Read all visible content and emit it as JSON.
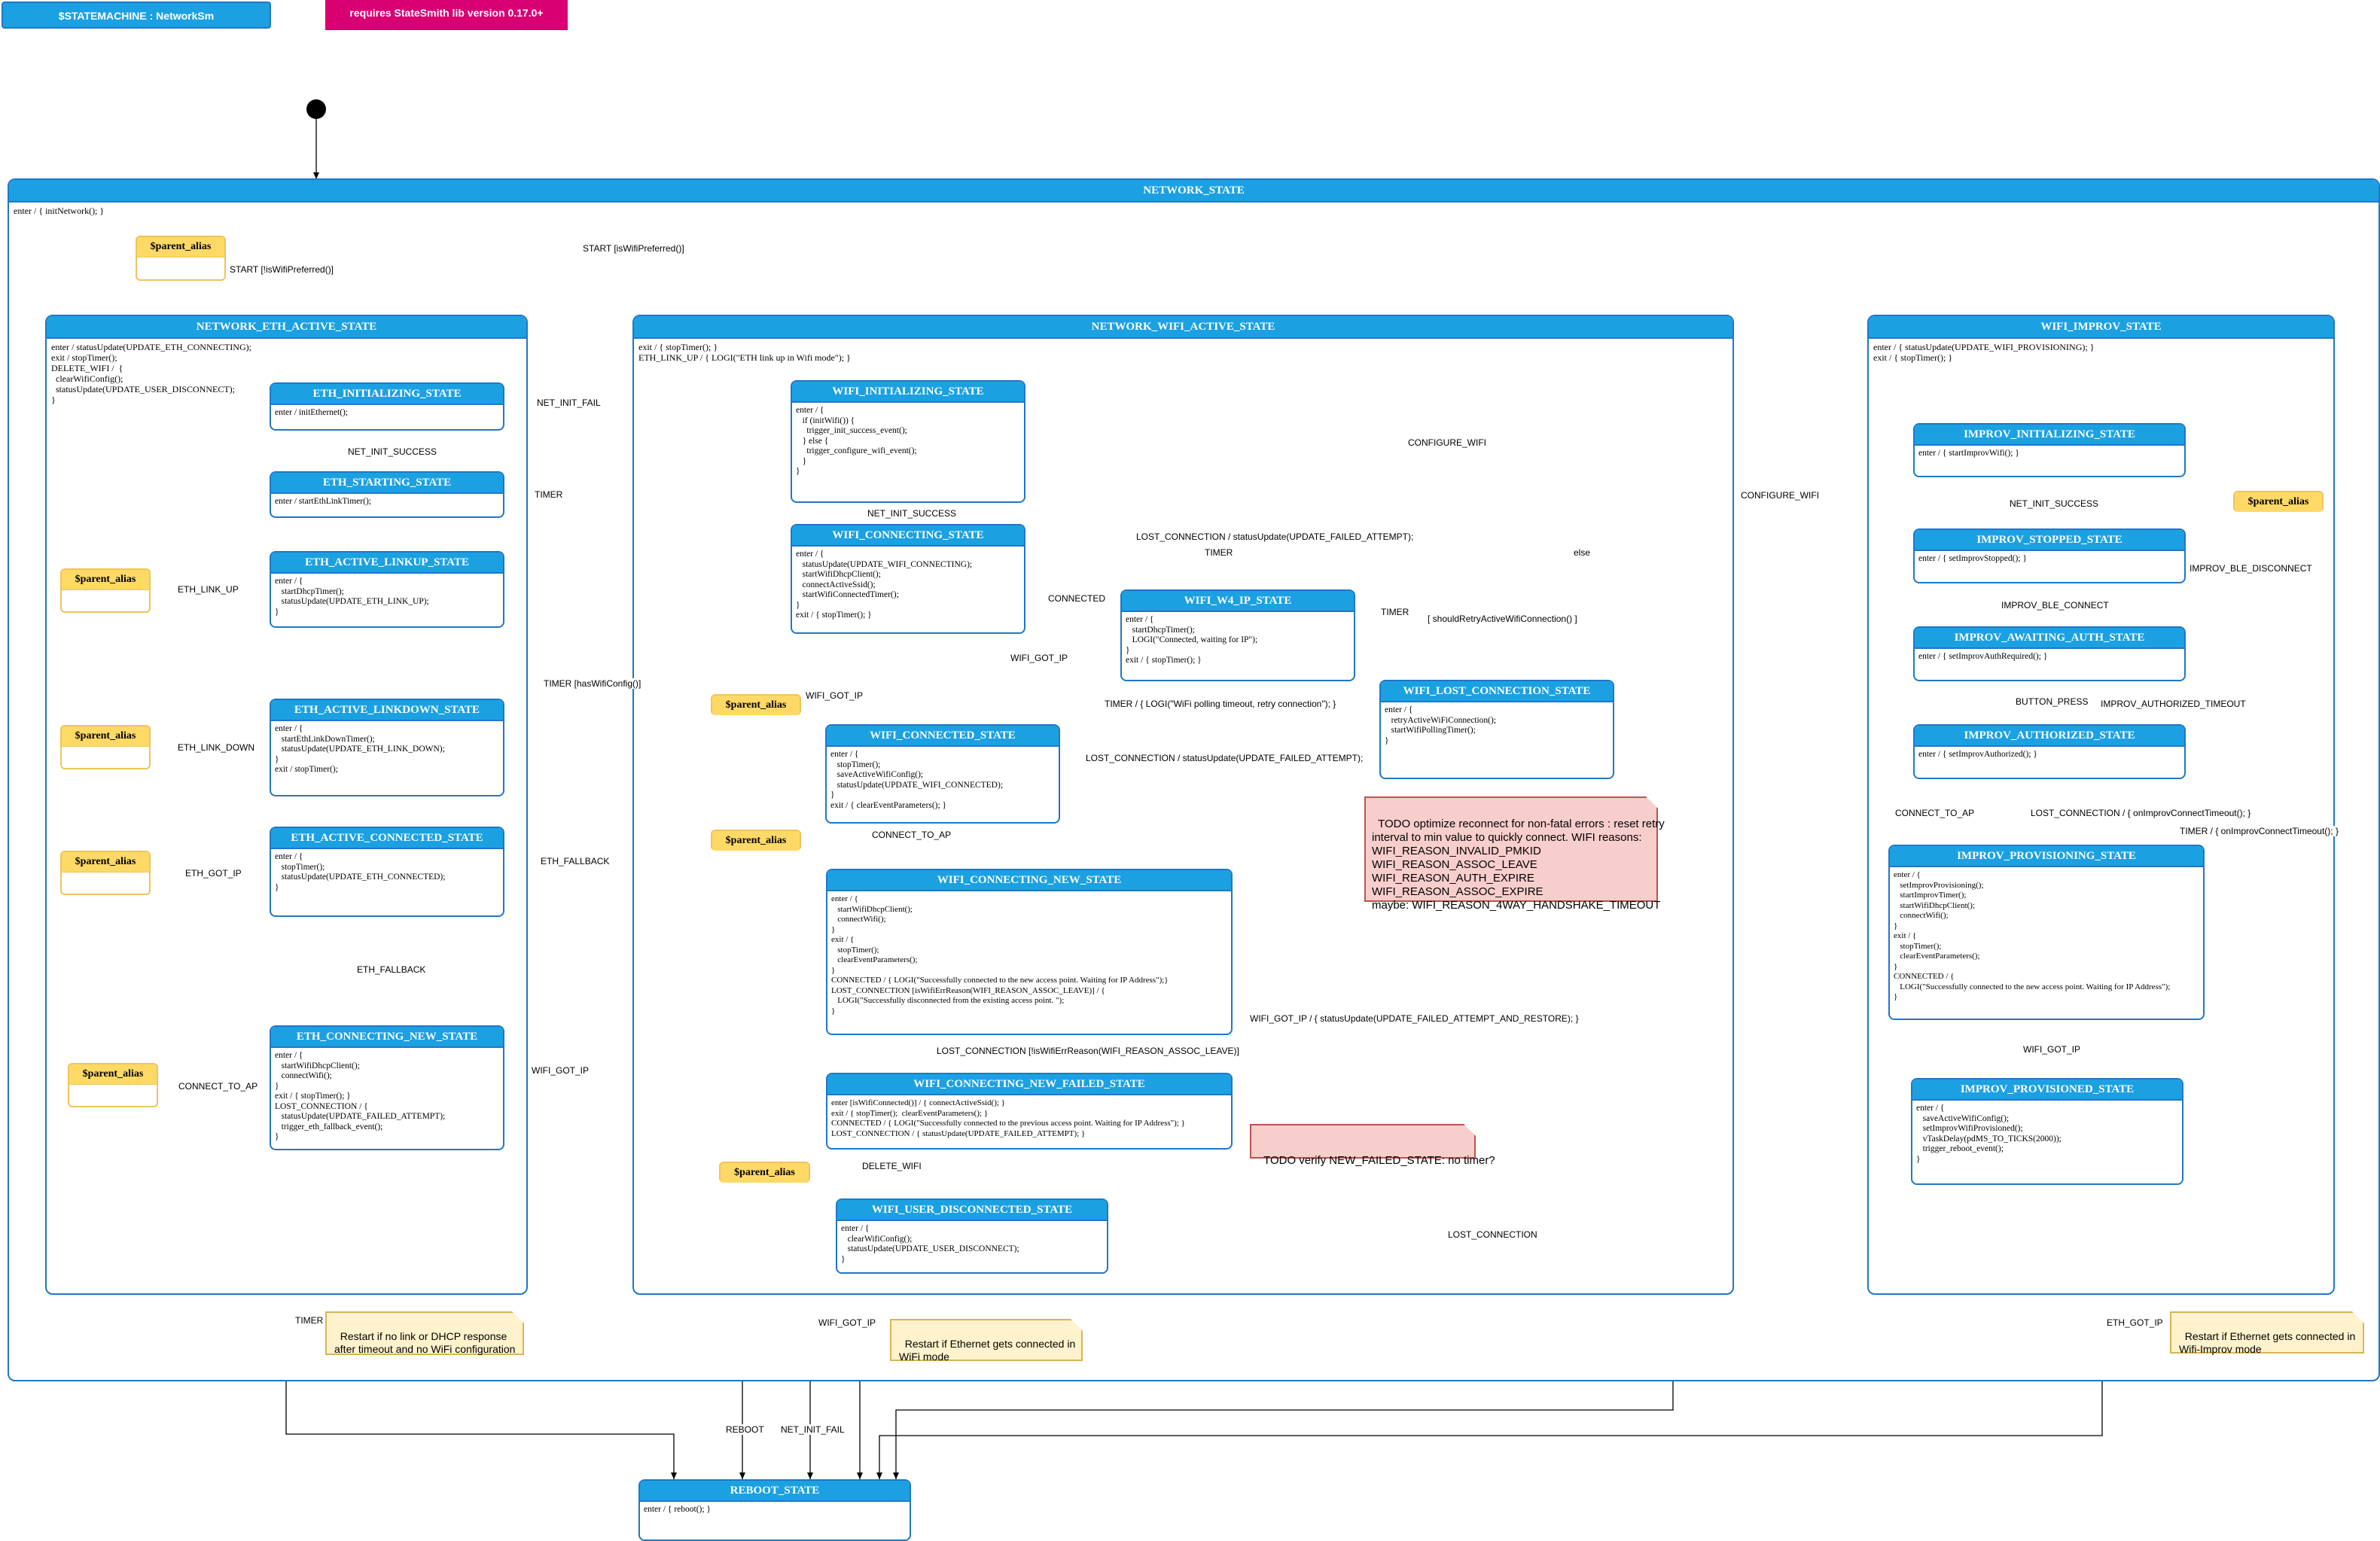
{
  "header": {
    "machine_label": "$STATEMACHINE : NetworkSm",
    "requires_label": "requires StateSmith lib version 0.17.0+"
  },
  "groups": {
    "network": {
      "title": "NETWORK_STATE",
      "body": "enter / { initNetwork(); }"
    },
    "eth_active": {
      "title": "NETWORK_ETH_ACTIVE_STATE",
      "body": "enter / statusUpdate(UPDATE_ETH_CONNECTING);\nexit / stopTimer();\nDELETE_WIFI /  {\n  clearWifiConfig();\n  statusUpdate(UPDATE_USER_DISCONNECT);\n}"
    },
    "wifi_active": {
      "title": "NETWORK_WIFI_ACTIVE_STATE",
      "body": "exit / { stopTimer(); }\nETH_LINK_UP / { LOGI(\"ETH link up in Wifi mode\"); }"
    },
    "improv": {
      "title": "WIFI_IMPROV_STATE",
      "body": "enter / { statusUpdate(UPDATE_WIFI_PROVISIONING); }\nexit / { stopTimer(); }"
    }
  },
  "states": {
    "eth_initializing": {
      "title": "ETH_INITIALIZING_STATE",
      "body": "enter / initEthernet();"
    },
    "eth_starting": {
      "title": "ETH_STARTING_STATE",
      "body": "enter / startEthLinkTimer();"
    },
    "eth_linkup": {
      "title": "ETH_ACTIVE_LINKUP_STATE",
      "body": "enter / {\n   startDhcpTimer();\n   statusUpdate(UPDATE_ETH_LINK_UP);\n}"
    },
    "eth_linkdown": {
      "title": "ETH_ACTIVE_LINKDOWN_STATE",
      "body": "enter / {\n   startEthLinkDownTimer();\n   statusUpdate(UPDATE_ETH_LINK_DOWN);\n}\nexit / stopTimer();"
    },
    "eth_connected": {
      "title": "ETH_ACTIVE_CONNECTED_STATE",
      "body": "enter / {\n   stopTimer();\n   statusUpdate(UPDATE_ETH_CONNECTED);\n}"
    },
    "eth_connecting_new": {
      "title": "ETH_CONNECTING_NEW_STATE",
      "body": "enter / {\n   startWifiDhcpClient();\n   connectWifi();\n}\nexit / { stopTimer(); }\nLOST_CONNECTION / {\n   statusUpdate(UPDATE_FAILED_ATTEMPT);\n   trigger_eth_fallback_event();\n}"
    },
    "wifi_initializing": {
      "title": "WIFI_INITIALIZING_STATE",
      "body": "enter / {\n   if (initWifi()) {\n     trigger_init_success_event();\n   } else {\n     trigger_configure_wifi_event();\n   }\n}"
    },
    "wifi_connecting": {
      "title": "WIFI_CONNECTING_STATE",
      "body": "enter / {\n   statusUpdate(UPDATE_WIFI_CONNECTING);\n   startWifiDhcpClient();\n   connectActiveSsid();\n   startWifiConnectedTimer();\n}\nexit / { stopTimer(); }"
    },
    "wifi_w4_ip": {
      "title": "WIFI_W4_IP_STATE",
      "body": "enter / {\n   startDhcpTimer();\n   LOGI(\"Connected, waiting for IP\");\n}\nexit / { stopTimer(); }"
    },
    "wifi_lost_connection": {
      "title": "WIFI_LOST_CONNECTION_STATE",
      "body": "enter / {\n   retryActiveWiFiConnection();\n   startWifiPollingTimer();\n}"
    },
    "wifi_connected": {
      "title": "WIFI_CONNECTED_STATE",
      "body": "enter / {\n   stopTimer();\n   saveActiveWifiConfig();\n   statusUpdate(UPDATE_WIFI_CONNECTED);\n}\nexit / { clearEventParameters(); }"
    },
    "wifi_connecting_new": {
      "title": "WIFI_CONNECTING_NEW_STATE",
      "body": "enter / {\n   startWifiDhcpClient();\n   connectWifi();\n}\nexit / {\n   stopTimer();\n   clearEventParameters();\n}\nCONNECTED / { LOGI(\"Successfully connected to the new access point. Waiting for IP Address\");}\nLOST_CONNECTION [isWifiErrReason(WIFI_REASON_ASSOC_LEAVE)] / {\n   LOGI(\"Successfully disconnected from the existing access point. \");\n}"
    },
    "wifi_connecting_new_failed": {
      "title": "WIFI_CONNECTING_NEW_FAILED_STATE",
      "body": "enter [isWifiConnected()] / { connectActiveSsid(); }\nexit / { stopTimer();  clearEventParameters(); }\nCONNECTED / { LOGI(\"Successfully connected to the previous access point. Waiting for IP Address\"); }\nLOST_CONNECTION / { statusUpdate(UPDATE_FAILED_ATTEMPT); }"
    },
    "wifi_user_disconnected": {
      "title": "WIFI_USER_DISCONNECTED_STATE",
      "body": "enter / {\n   clearWifiConfig();\n   statusUpdate(UPDATE_USER_DISCONNECT);\n}"
    },
    "improv_initializing": {
      "title": "IMPROV_INITIALIZING_STATE",
      "body": "enter / { startImprovWifi(); }"
    },
    "improv_stopped": {
      "title": "IMPROV_STOPPED_STATE",
      "body": "enter / { setImprovStopped(); }"
    },
    "improv_awaiting_auth": {
      "title": "IMPROV_AWAITING_AUTH_STATE",
      "body": "enter / { setImprovAuthRequired(); }"
    },
    "improv_authorized": {
      "title": "IMPROV_AUTHORIZED_STATE",
      "body": "enter / { setImprovAuthorized(); }"
    },
    "improv_provisioning": {
      "title": "IMPROV_PROVISIONING_STATE",
      "body": "enter / {\n   setImprovProvisioning();\n   startImprovTimer();\n   startWifiDhcpClient();\n   connectWifi();\n}\nexit / {\n   stopTimer();\n   clearEventParameters();\n}\nCONNECTED / {\n   LOGI(\"Successfully connected to the new access point. Waiting for IP Address\");\n}"
    },
    "improv_provisioned": {
      "title": "IMPROV_PROVISIONED_STATE",
      "body": "enter / {\n   saveActiveWifiConfig();\n   setImprovWifiProvisioned();\n   vTaskDelay(pdMS_TO_TICKS(2000));\n   trigger_reboot_event();\n}"
    },
    "reboot": {
      "title": "REBOOT_STATE",
      "body": "enter / { reboot(); }"
    }
  },
  "alias_label": "$parent_alias",
  "notes": {
    "restart_no_link": "Restart if no link or DHCP response\nafter timeout and no WiFi configuration",
    "restart_eth_wifi": "Restart if Ethernet gets connected in\nWiFi mode",
    "restart_eth_improv": "Restart if Ethernet gets connected in\nWifi-Improv mode",
    "todo_reconnect": "TODO optimize reconnect for non-fatal errors : reset retry\ninterval to min value to quickly connect. WIFI reasons:\nWIFI_REASON_INVALID_PMKID\nWIFI_REASON_ASSOC_LEAVE\nWIFI_REASON_AUTH_EXPIRE\nWIFI_REASON_ASSOC_EXPIRE\nmaybe: WIFI_REASON_4WAY_HANDSHAKE_TIMEOUT",
    "todo_new_failed": "TODO verify NEW_FAILED_STATE: no timer?"
  },
  "transitions": {
    "start_not_preferred": "START [!isWifiPreferred()]",
    "start_preferred": "START [isWifiPreferred()]",
    "net_init_fail": "NET_INIT_FAIL",
    "net_init_success": "NET_INIT_SUCCESS",
    "timer": "TIMER",
    "eth_link_up": "ETH_LINK_UP",
    "eth_link_down": "ETH_LINK_DOWN",
    "eth_got_ip": "ETH_GOT_IP",
    "timer_has_wifi": "TIMER [hasWifiConfig()]",
    "eth_fallback": "ETH_FALLBACK",
    "connect_to_ap": "CONNECT_TO_AP",
    "wifi_got_ip": "WIFI_GOT_IP",
    "configure_wifi": "CONFIGURE_WIFI",
    "lost_conn_status": "LOST_CONNECTION / statusUpdate(UPDATE_FAILED_ATTEMPT);",
    "else": "else",
    "connected": "CONNECTED",
    "retry_guard": "[ shouldRetryActiveWifiConnection() ]",
    "timer_polling": "TIMER / { LOGI(\"WiFi polling timeout, retry connection\"); }",
    "lost_conn_status_2": "LOST_CONNECTION / statusUpdate(UPDATE_FAILED_ATTEMPT);",
    "lost_conn_assoc": "LOST_CONNECTION [!isWifiErrReason(WIFI_REASON_ASSOC_LEAVE)]",
    "wifi_got_ip_restore": "WIFI_GOT_IP / { statusUpdate(UPDATE_FAILED_ATTEMPT_AND_RESTORE); }",
    "delete_wifi": "DELETE_WIFI",
    "lost_connection": "LOST_CONNECTION",
    "reboot": "REBOOT",
    "improv_ble_disconnect": "IMPROV_BLE_DISCONNECT",
    "improv_ble_connect": "IMPROV_BLE_CONNECT",
    "button_press": "BUTTON_PRESS",
    "improv_authorized_timeout": "IMPROV_AUTHORIZED_TIMEOUT",
    "lost_conn_improv": "LOST_CONNECTION / { onImprovConnectTimeout(); }",
    "timer_improv": "TIMER / { onImprovConnectTimeout(); }"
  },
  "colors": {
    "state_header": "#1ba1e2",
    "state_border": "#1f77c8",
    "alias_header": "#ffd966",
    "note_yellow": "#fff2cc",
    "note_red": "#f8cecc",
    "requires_banner": "#d80073"
  }
}
